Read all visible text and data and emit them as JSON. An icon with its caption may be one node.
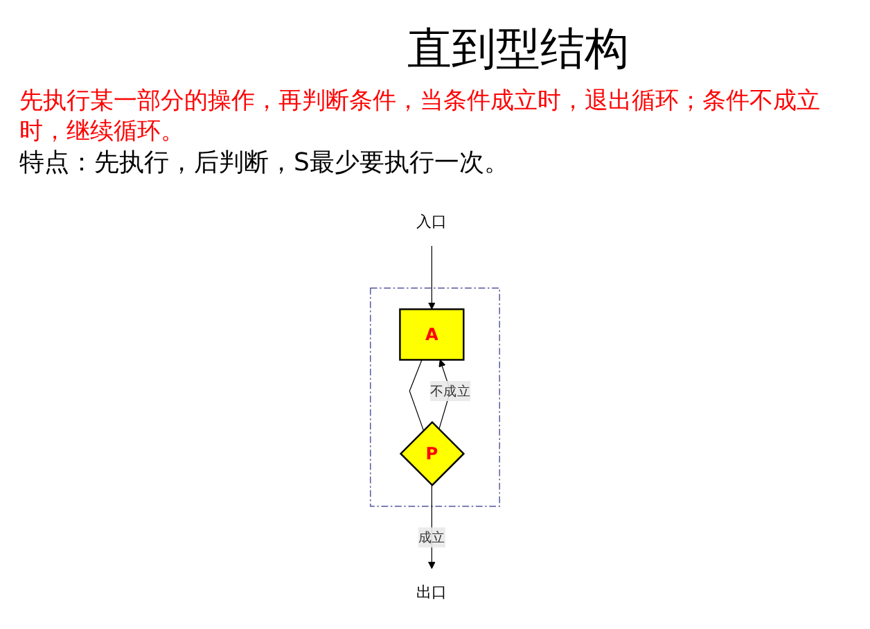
{
  "diagram": {
    "title": "直到型结构",
    "nodes": [
      {
        "text": [
          "入口"
        ]
      },
      {
        "text": [],
        "shape": "box"
      },
      {
        "text": [
          "A"
        ],
        "in": 1
      },
      {
        "text": [
          "P"
        ],
        "in": 1
      },
      {
        "text": [
          "出口"
        ]
      }
    ],
    "edges": [
      {
        "from": 0,
        "to": 2,
        "arrow": "to"
      },
      {
        "from": 2,
        "to": 3,
        "arrow": "none"
      },
      {
        "from": 3,
        "to": 2,
        "arrow": "to",
        "label": "不成立"
      },
      {
        "from": 3,
        "to": 4,
        "arrow": "to",
        "label": "成立"
      }
    ],
    "labels": [
      "先执行某一部分的操作，再判断条件，当条件成立时，退出循环；条件不成立时，继续循环。",
      "特点：先执行，后判断，S最少要执行一次。"
    ]
  }
}
